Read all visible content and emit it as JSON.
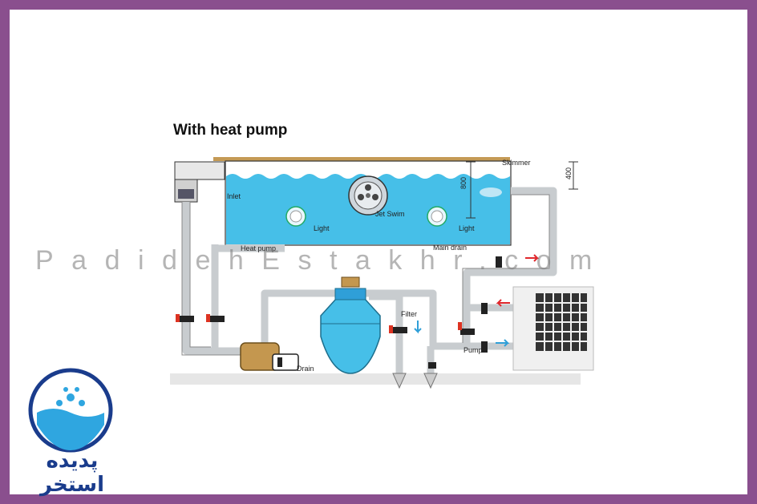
{
  "title": "With heat pump",
  "labels": {
    "skimmer": "Skimmer",
    "inlet": "Inlet",
    "jet_swim": "Jet Swim",
    "light_left": "Light",
    "light_right": "Light",
    "depth_800": "800",
    "depth_400": "400",
    "heat_pump": "Heat pump",
    "main_drain": "Main drain",
    "filter": "Filter",
    "pump": "Pump",
    "drain": "Drain"
  },
  "watermark": "PadidehEstakhr.com",
  "logo": {
    "text": "پدیده استخر"
  },
  "colors": {
    "frame": "#8a4f8e",
    "water": "#46bfe8",
    "pipe": "#c8cccf",
    "logo_blue": "#1a3c8c",
    "arrow_red": "#e0282d",
    "arrow_blue": "#2f9fd8"
  }
}
